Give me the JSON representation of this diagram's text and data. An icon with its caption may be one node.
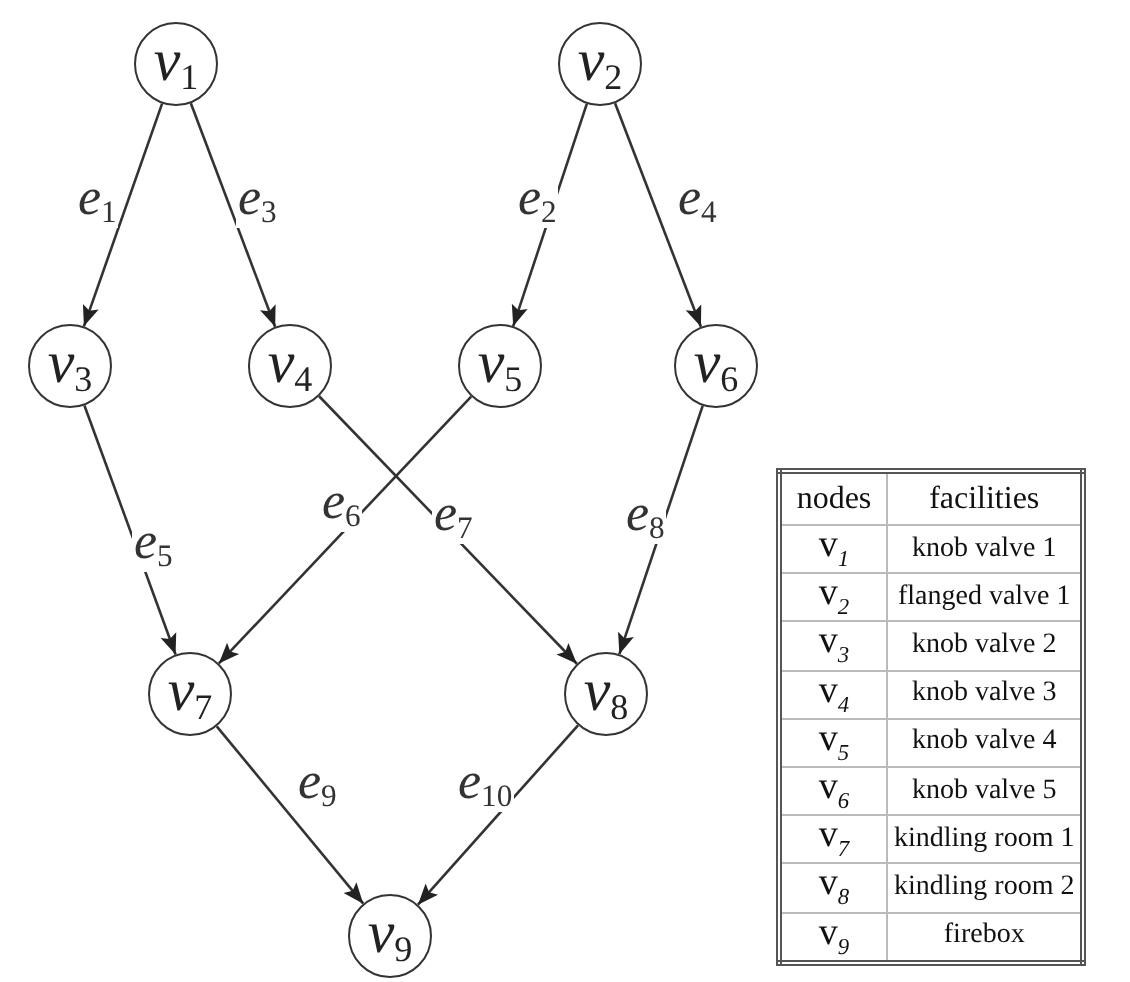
{
  "diagram": {
    "nodes": [
      {
        "text": [
          "v$_{1}$"
        ]
      },
      {
        "text": [
          "v$_{2}$"
        ]
      },
      {
        "text": [
          "v$_{3}$"
        ]
      },
      {
        "text": [
          "v$_{4}$"
        ]
      },
      {
        "text": [
          "v$_{5}$"
        ]
      },
      {
        "text": [
          "v$_{6}$"
        ]
      },
      {
        "text": [
          "v$_{7}$"
        ]
      },
      {
        "text": [
          "v$_{8}$"
        ]
      },
      {
        "text": [
          "v$_{9}$"
        ]
      }
    ],
    "edges": [
      {
        "from": 0,
        "to": 2,
        "arrow": "to",
        "label": "e$_{1}$"
      },
      {
        "from": 1,
        "to": 4,
        "arrow": "to",
        "label": "e$_{2}$"
      },
      {
        "from": 0,
        "to": 3,
        "arrow": "to",
        "label": "e$_{3}$"
      },
      {
        "from": 1,
        "to": 5,
        "arrow": "to",
        "label": "e$_{4}$"
      },
      {
        "from": 2,
        "to": 6,
        "arrow": "to",
        "label": "e$_{5}$"
      },
      {
        "from": 4,
        "to": 6,
        "arrow": "to",
        "label": "e$_{6}$"
      },
      {
        "from": 3,
        "to": 7,
        "arrow": "to",
        "label": "e$_{7}$"
      },
      {
        "from": 5,
        "to": 7,
        "arrow": "to",
        "label": "e$_{8}$"
      },
      {
        "from": 6,
        "to": 8,
        "arrow": "to",
        "label": "e$_{9}$"
      },
      {
        "from": 7,
        "to": 8,
        "arrow": "to",
        "label": "e$_{10}$"
      }
    ],
    "labels": [
      "nodes",
      "facilities",
      "v$_{1}$",
      "knob valve 1",
      "v$_{2}$",
      "flanged valve 1",
      "v$_{3}$",
      "knob valve 2",
      "v$_{4}$",
      "knob valve 3",
      "v$_{5}$",
      "knob valve 4",
      "v$_{6}$",
      "knob valve 5",
      "v$_{7}$",
      "kindling room 1",
      "v$_{8}$",
      "kindling room 2",
      "v$_{9}$",
      "firebox"
    ]
  }
}
